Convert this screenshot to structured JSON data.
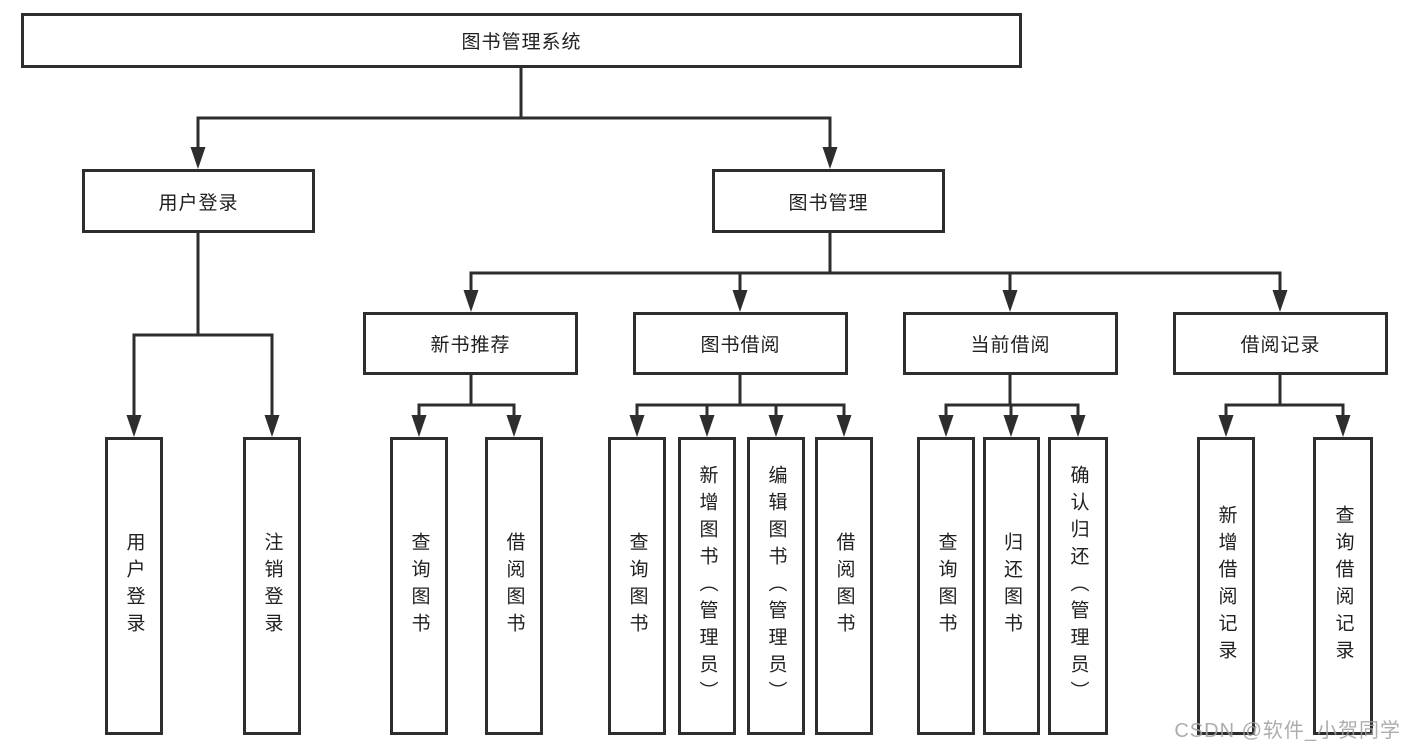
{
  "tree": {
    "label": "图书管理系统",
    "children": [
      {
        "label": "用户登录",
        "children": [
          {
            "label": "用户登录"
          },
          {
            "label": "注销登录"
          }
        ]
      },
      {
        "label": "图书管理",
        "children": [
          {
            "label": "新书推荐",
            "children": [
              {
                "label": "查询图书"
              },
              {
                "label": "借阅图书"
              }
            ]
          },
          {
            "label": "图书借阅",
            "children": [
              {
                "label": "查询图书"
              },
              {
                "label": "新增图书（管理员）"
              },
              {
                "label": "编辑图书（管理员）"
              },
              {
                "label": "借阅图书"
              }
            ]
          },
          {
            "label": "当前借阅",
            "children": [
              {
                "label": "查询图书"
              },
              {
                "label": "归还图书"
              },
              {
                "label": "确认归还（管理员）"
              }
            ]
          },
          {
            "label": "借阅记录",
            "children": [
              {
                "label": "新增借阅记录"
              },
              {
                "label": "查询借阅记录"
              }
            ]
          }
        ]
      }
    ]
  },
  "watermark": "CSDN @软件_小贺同学",
  "colors": {
    "line": "#2d2d2d",
    "box_border": "#2d2d2d",
    "box_fill": "#ffffff",
    "text": "#202020",
    "watermark": "#a2a2a2"
  }
}
